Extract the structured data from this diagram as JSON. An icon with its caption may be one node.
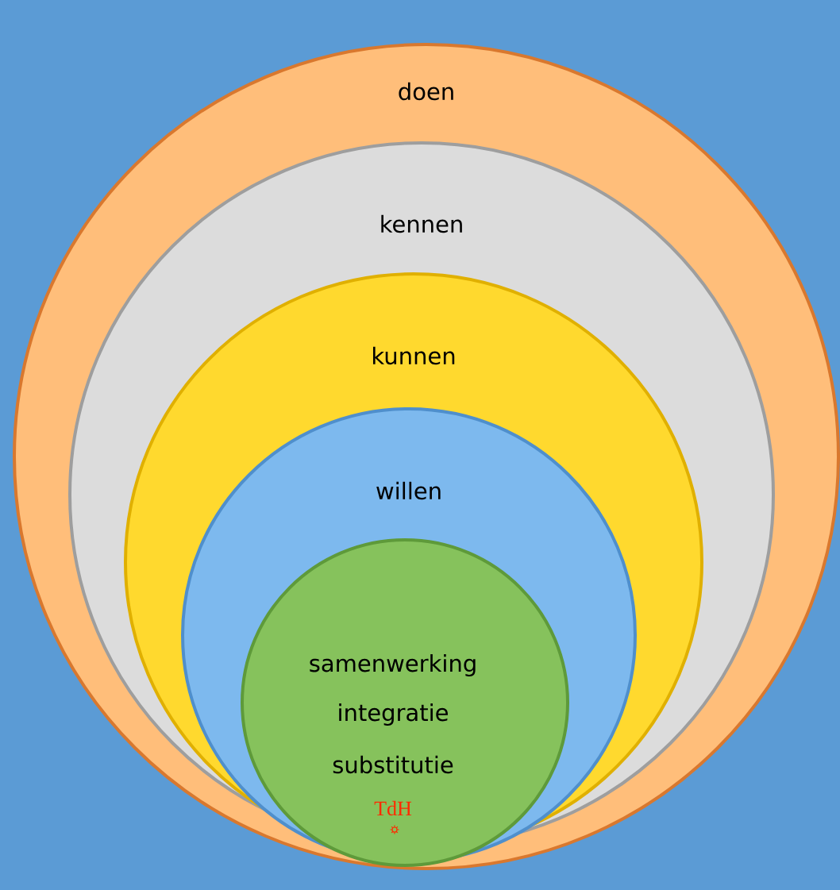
{
  "diagram": {
    "nodes": [
      {
        "text": [
          "doen"
        ]
      },
      {
        "text": [
          "kennen"
        ],
        "in": 0
      },
      {
        "text": [
          "kunnen"
        ],
        "in": 1
      },
      {
        "text": [
          "willen"
        ],
        "in": 2
      },
      {
        "text": [
          "samenwerking",
          "integratie",
          "substitutie",
          "TdH"
        ],
        "in": 3
      }
    ]
  }
}
